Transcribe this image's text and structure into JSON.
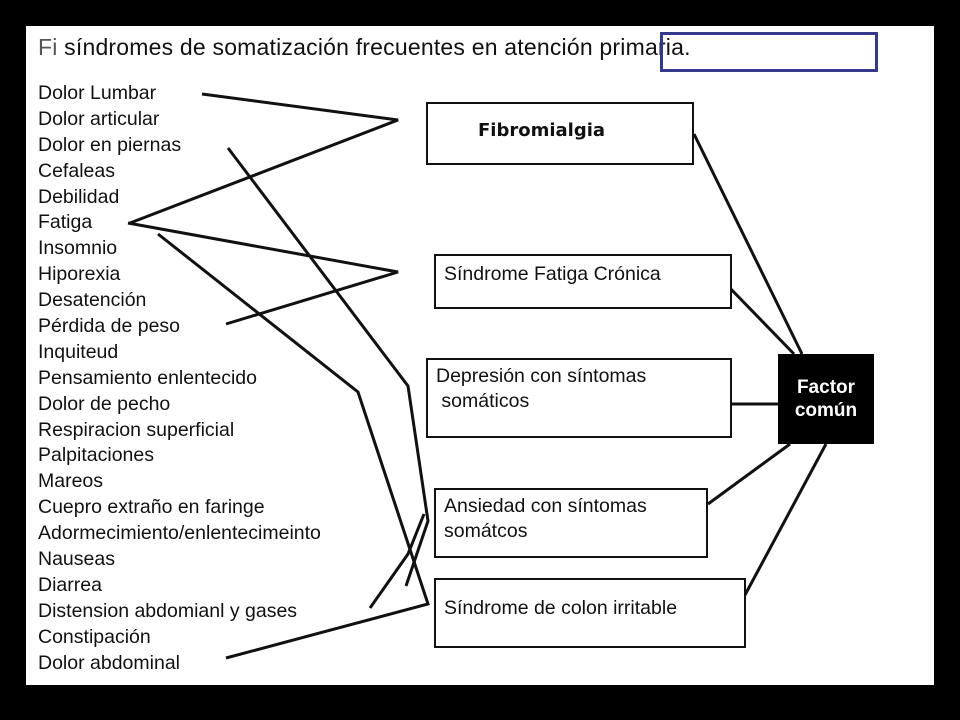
{
  "title": {
    "prefix": "Fi",
    "text": "síndromes de somatización frecuentes en atención primaria."
  },
  "symptoms": [
    "Dolor Lumbar",
    "Dolor articular",
    "Dolor en piernas",
    "Cefaleas",
    "Debilidad",
    "Fatiga",
    "Insomnio",
    "Hiporexia",
    "Desatención",
    "Pérdida de peso",
    "Inquiteud",
    "Pensamiento enlentecido",
    "Dolor de pecho",
    "Respiracion superficial",
    "Palpitaciones",
    "Mareos",
    "Cuepro extraño en faringe",
    "Adormecimiento/enlentecimeinto",
    "Nauseas",
    "Diarrea",
    "Distension abdomianl y gases",
    "Constipación",
    "Dolor abdominal"
  ],
  "syndromes": {
    "fibromialgia": "Fibromialgia",
    "fatiga_cronica": "Síndrome Fatiga Crónica",
    "depresion_line1": "Depresión con síntomas",
    "depresion_line2": " somáticos",
    "ansiedad_line1": "Ansiedad con síntomas",
    "ansiedad_line2": "somátcos",
    "colon_irritable": "Síndrome de colon irritable"
  },
  "factor": {
    "line1": "Factor",
    "line2": "común"
  },
  "colors": {
    "background": "#000000",
    "panel": "#ffffff",
    "highlight_border": "#333a8c",
    "factor_box": "#000000"
  }
}
